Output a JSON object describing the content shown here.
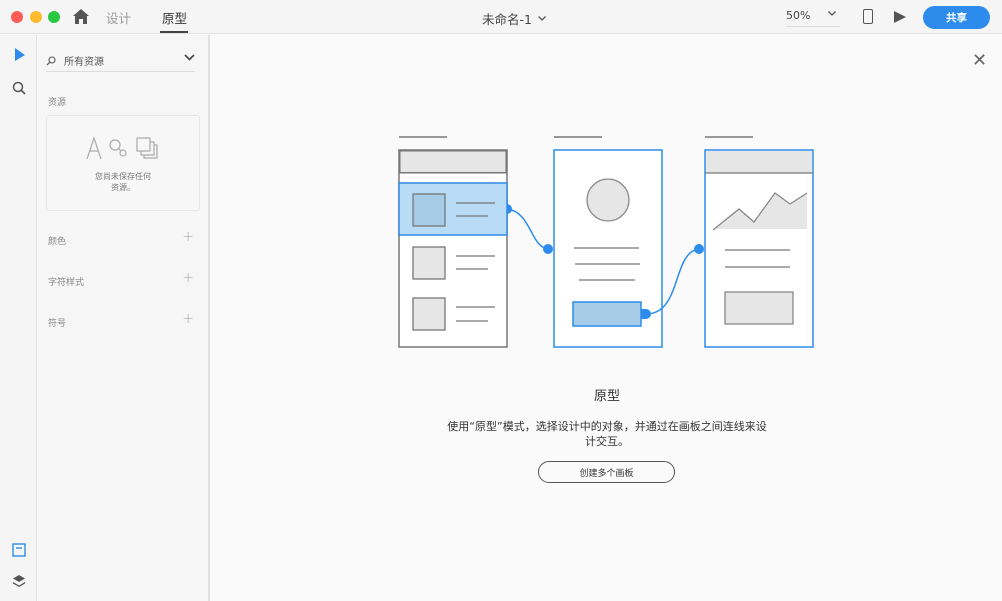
{
  "titlebar": {
    "tabs": [
      {
        "label": "设计",
        "active": false
      },
      {
        "label": "原型",
        "active": true
      }
    ],
    "document_title": "未命名-1",
    "zoom_level": "50%",
    "share_label": "共享",
    "accent_color": "#2d8ceb"
  },
  "toolbar": {
    "top_tools": [
      "select-tool",
      "zoom-tool"
    ],
    "bottom_tools": [
      "artboard-tool",
      "layers-tool"
    ]
  },
  "assets_panel": {
    "filter_label": "所有资源",
    "section_assets": "资源",
    "empty_message_line1": "您尚未保存任何",
    "empty_message_line2": "资源。",
    "sections": [
      {
        "label": "颜色"
      },
      {
        "label": "字符样式"
      },
      {
        "label": "符号"
      }
    ]
  },
  "canvas": {
    "headline": "原型",
    "description": "使用“原型”模式，选择设计中的对象，并通过在画板之间连线来设计交互。",
    "cta_label": "创建多个画板"
  }
}
